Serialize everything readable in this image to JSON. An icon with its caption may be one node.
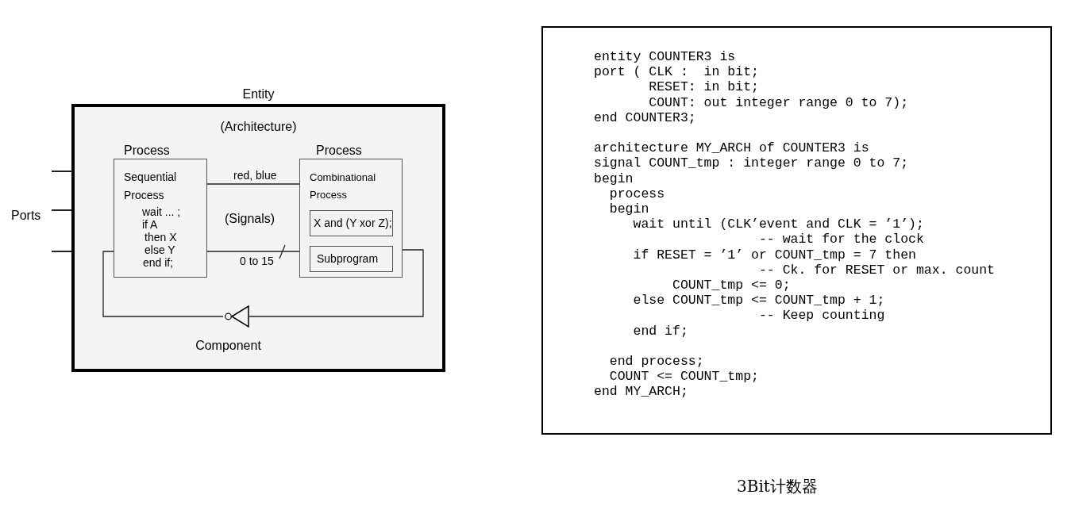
{
  "diagram": {
    "caption": "3Bit计数器",
    "nodes": [
      {
        "text": [
          "Entity",
          "(Architecture)"
        ]
      },
      {
        "text": [
          "Process",
          "Sequential Process",
          "wait ... ;",
          "if A",
          "then X",
          "else Y",
          "end if;"
        ],
        "in": 0
      },
      {
        "text": [
          "Process",
          "Combinational Process"
        ],
        "in": 0
      },
      {
        "text": [
          "X and (Y xor Z);"
        ],
        "in": 2
      },
      {
        "text": [
          "Subprogram"
        ],
        "in": 2
      },
      {
        "text": [],
        "shape": "triangle",
        "in": 0,
        "beside": [
          "Component"
        ]
      },
      {
        "text": [
          "entity COUNTER3 is",
          "port ( CLK :  in bit;",
          "       RESET: in bit;",
          "       COUNT: out integer range 0 to 7);",
          "end COUNTER3;",
          "architecture MY_ARCH of COUNTER3 is",
          "signal COUNT_tmp : integer range 0 to 7;",
          "begin",
          "  process",
          "  begin",
          "     wait until (CLK’event and CLK = ’1’);",
          "                     -- wait for the clock",
          "     if RESET = ’1’ or COUNT_tmp = 7 then",
          "                     -- Ck. for RESET or max. count",
          "          COUNT_tmp <= 0;",
          "     else COUNT_tmp <= COUNT_tmp + 1;",
          "                     -- Keep counting",
          "     end if;",
          "  end process;",
          "  COUNT <= COUNT_tmp;",
          "end MY_ARCH;"
        ]
      }
    ],
    "edges": [
      {
        "from": 1,
        "to": 2,
        "arrow": "none",
        "label": "red, blue"
      },
      {
        "from": 1,
        "to": 2,
        "arrow": "none",
        "label": "0 to 15"
      },
      {
        "from": 2,
        "to": 5,
        "arrow": "none"
      },
      {
        "from": 5,
        "to": 1,
        "arrow": "none"
      },
      {
        "from": null,
        "to": 0,
        "arrow": "none"
      },
      {
        "from": null,
        "to": 0,
        "arrow": "none"
      },
      {
        "from": null,
        "to": 0,
        "arrow": "none"
      }
    ],
    "labels": [
      "Ports",
      "(Signals)"
    ]
  }
}
